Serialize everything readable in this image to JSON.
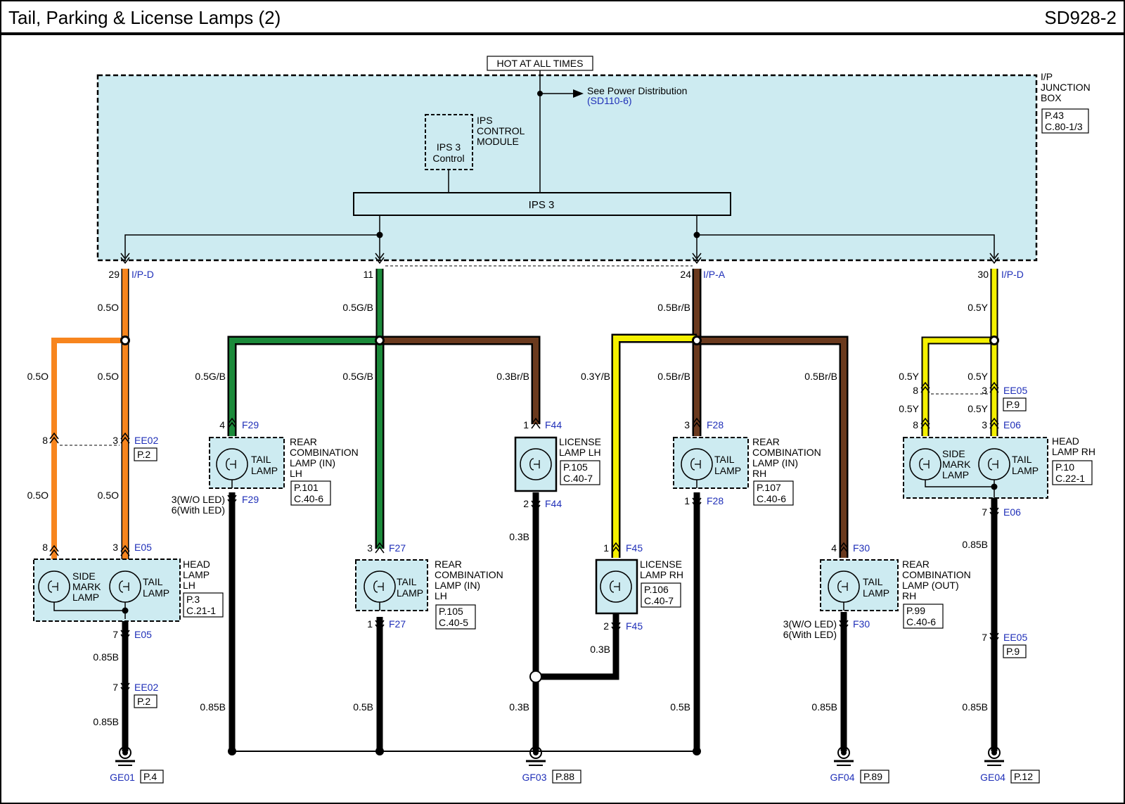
{
  "header": {
    "title": "Tail, Parking & License Lamps (2)",
    "code": "SD928-2"
  },
  "colors": {
    "orange": "#f7851e",
    "green": "#1b8a3a",
    "brown": "#6b3a1e",
    "yellow": "#f4f000",
    "box_fill": "#cdebf1",
    "connector_blue": "#1f2fb8",
    "black": "#000000"
  },
  "junction_box": {
    "hot_label": "HOT AT ALL TIMES",
    "see_power": "See Power Distribution",
    "see_power_ref": "(SD110-6)",
    "ips_module": [
      "IPS",
      "CONTROL",
      "MODULE"
    ],
    "ips_control": [
      "IPS 3",
      "Control"
    ],
    "ips_bar": "IPS 3",
    "name": [
      "I/P",
      "JUNCTION",
      "BOX"
    ],
    "ref": [
      "P.43",
      "C.80-1/3"
    ]
  },
  "outputs": [
    {
      "pin": "29",
      "conn": "I/P-D",
      "wire": "0.5O"
    },
    {
      "pin": "11",
      "conn": "",
      "wire": "0.5G/B"
    },
    {
      "pin": "24",
      "conn": "I/P-A",
      "wire": "0.5Br/B"
    },
    {
      "pin": "30",
      "conn": "I/P-D",
      "wire": "0.5Y"
    }
  ],
  "wires": {
    "lh_o1": "0.5O",
    "lh_o2": "0.5O",
    "lh_o3": "0.5O",
    "lh_o4": "0.5O",
    "gb_left": "0.5G/B",
    "gb_mid": "0.5G/B",
    "brb_lic": "0.3Br/B",
    "yb": "0.3Y/B",
    "brb_mid": "0.5Br/B",
    "brb_right": "0.5Br/B",
    "rh_y1": "0.5Y",
    "rh_y2": "0.5Y",
    "rh_y3": "0.5Y",
    "rh_y4": "0.5Y",
    "lh_b1": "0.85B",
    "lh_b2": "0.85B",
    "tail_in_lh_b": "0.85B",
    "f27_b": "0.5B",
    "lic_b1": "0.3B",
    "lic_b2": "0.3B",
    "lic_rh_b": "0.3B",
    "f28_b": "0.5B",
    "out_rh_b": "0.85B",
    "rh_b1": "0.85B",
    "rh_b2": "0.85B"
  },
  "pins": {
    "ee02_top_l": "8",
    "ee02_top_r": "3",
    "e05_top_l": "8",
    "e05_top_r": "3",
    "e05_bot": "7",
    "ee02_bot": "7",
    "f29_top": "4",
    "f29_bot": [
      "3(W/O LED)",
      "6(With LED)"
    ],
    "f27_top": "3",
    "f27_bot": "1",
    "f44_top": "1",
    "f44_bot": "2",
    "f45_top": "1",
    "f45_bot": "2",
    "f28_top": "3",
    "f28_bot": "1",
    "f30_top": "4",
    "f30_bot": [
      "3(W/O LED)",
      "6(With LED)"
    ],
    "ee05_top_l": "8",
    "ee05_top_r": "3",
    "e06_top_l": "8",
    "e06_top_r": "3",
    "e06_bot": "7",
    "ee05_bot": "7"
  },
  "connectors": {
    "ee02": "EE02",
    "ee02_ref": "P.2",
    "e05": "E05",
    "f29": "F29",
    "f27": "F27",
    "f44": "F44",
    "f45": "F45",
    "f28": "F28",
    "f30": "F30",
    "ee05": "EE05",
    "ee05_ref": "P.9",
    "e06": "E06"
  },
  "components": {
    "tail_lamp": [
      "TAIL",
      "LAMP"
    ],
    "side_mark": [
      "SIDE",
      "MARK",
      "LAMP"
    ],
    "head_lh_name": [
      "HEAD",
      "LAMP",
      "LH"
    ],
    "head_lh_ref": [
      "P.3",
      "C.21-1"
    ],
    "head_rh_name": [
      "HEAD",
      "LAMP RH"
    ],
    "head_rh_ref": [
      "P.10",
      "C.22-1"
    ],
    "rcl_in_lh_a_name": [
      "REAR",
      "COMBINATION",
      "LAMP (IN)",
      "LH"
    ],
    "rcl_in_lh_a_ref": [
      "P.101",
      "C.40-6"
    ],
    "rcl_in_lh_b_name": [
      "REAR",
      "COMBINATION",
      "LAMP (IN)",
      "LH"
    ],
    "rcl_in_lh_b_ref": [
      "P.105",
      "C.40-5"
    ],
    "lic_lh_name": [
      "LICENSE",
      "LAMP LH"
    ],
    "lic_lh_ref": [
      "P.105",
      "C.40-7"
    ],
    "lic_rh_name": [
      "LICENSE",
      "LAMP RH"
    ],
    "lic_rh_ref": [
      "P.106",
      "C.40-7"
    ],
    "rcl_in_rh_name": [
      "REAR",
      "COMBINATION",
      "LAMP (IN)",
      "RH"
    ],
    "rcl_in_rh_ref": [
      "P.107",
      "C.40-6"
    ],
    "rcl_out_rh_name": [
      "REAR",
      "COMBINATION",
      "LAMP (OUT)",
      "RH"
    ],
    "rcl_out_rh_ref": [
      "P.99",
      "C.40-6"
    ]
  },
  "grounds": [
    {
      "name": "GE01",
      "ref": "P.4"
    },
    {
      "name": "GF03",
      "ref": "P.88"
    },
    {
      "name": "GF04",
      "ref": "P.89"
    },
    {
      "name": "GE04",
      "ref": "P.12"
    }
  ]
}
